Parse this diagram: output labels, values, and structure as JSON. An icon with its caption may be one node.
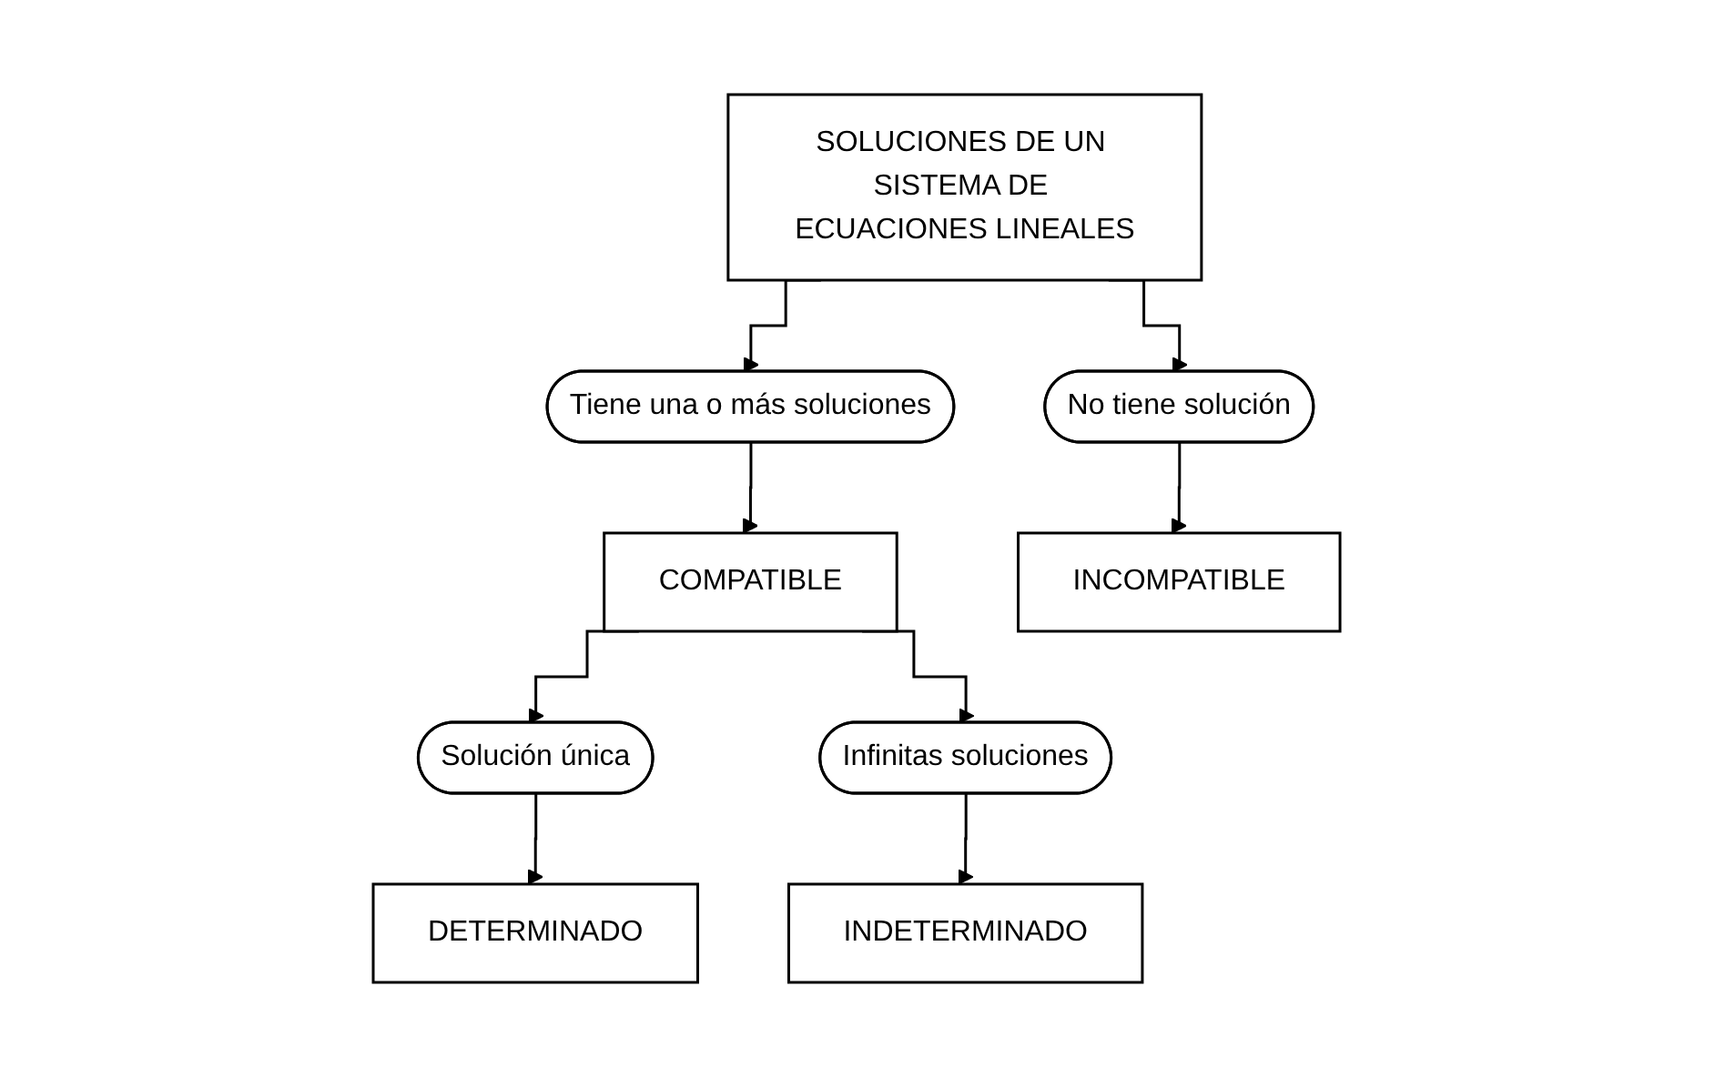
{
  "diagram": {
    "nodes": [
      {
        "text": [
          "SOLUCIONES DE UN SISTEMA DE ECUACIONES LINEALES"
        ]
      },
      {
        "text": [
          "Tiene una o más soluciones"
        ]
      },
      {
        "text": [
          "No tiene solución"
        ]
      },
      {
        "text": [
          "COMPATIBLE"
        ]
      },
      {
        "text": [
          "INCOMPATIBLE"
        ]
      },
      {
        "text": [
          "Solución única"
        ]
      },
      {
        "text": [
          "Infinitas soluciones"
        ]
      },
      {
        "text": [
          "DETERMINADO"
        ]
      },
      {
        "text": [
          "INDETERMINADO"
        ]
      }
    ],
    "edges": [
      {
        "from": 0,
        "to": 1,
        "arrow": "to"
      },
      {
        "from": 0,
        "to": 2,
        "arrow": "to"
      },
      {
        "from": 1,
        "to": 3,
        "arrow": "to"
      },
      {
        "from": 2,
        "to": 4,
        "arrow": "to"
      },
      {
        "from": 3,
        "to": 5,
        "arrow": "to"
      },
      {
        "from": 3,
        "to": 6,
        "arrow": "to"
      },
      {
        "from": 5,
        "to": 7,
        "arrow": "to"
      },
      {
        "from": 6,
        "to": 8,
        "arrow": "to"
      }
    ]
  }
}
